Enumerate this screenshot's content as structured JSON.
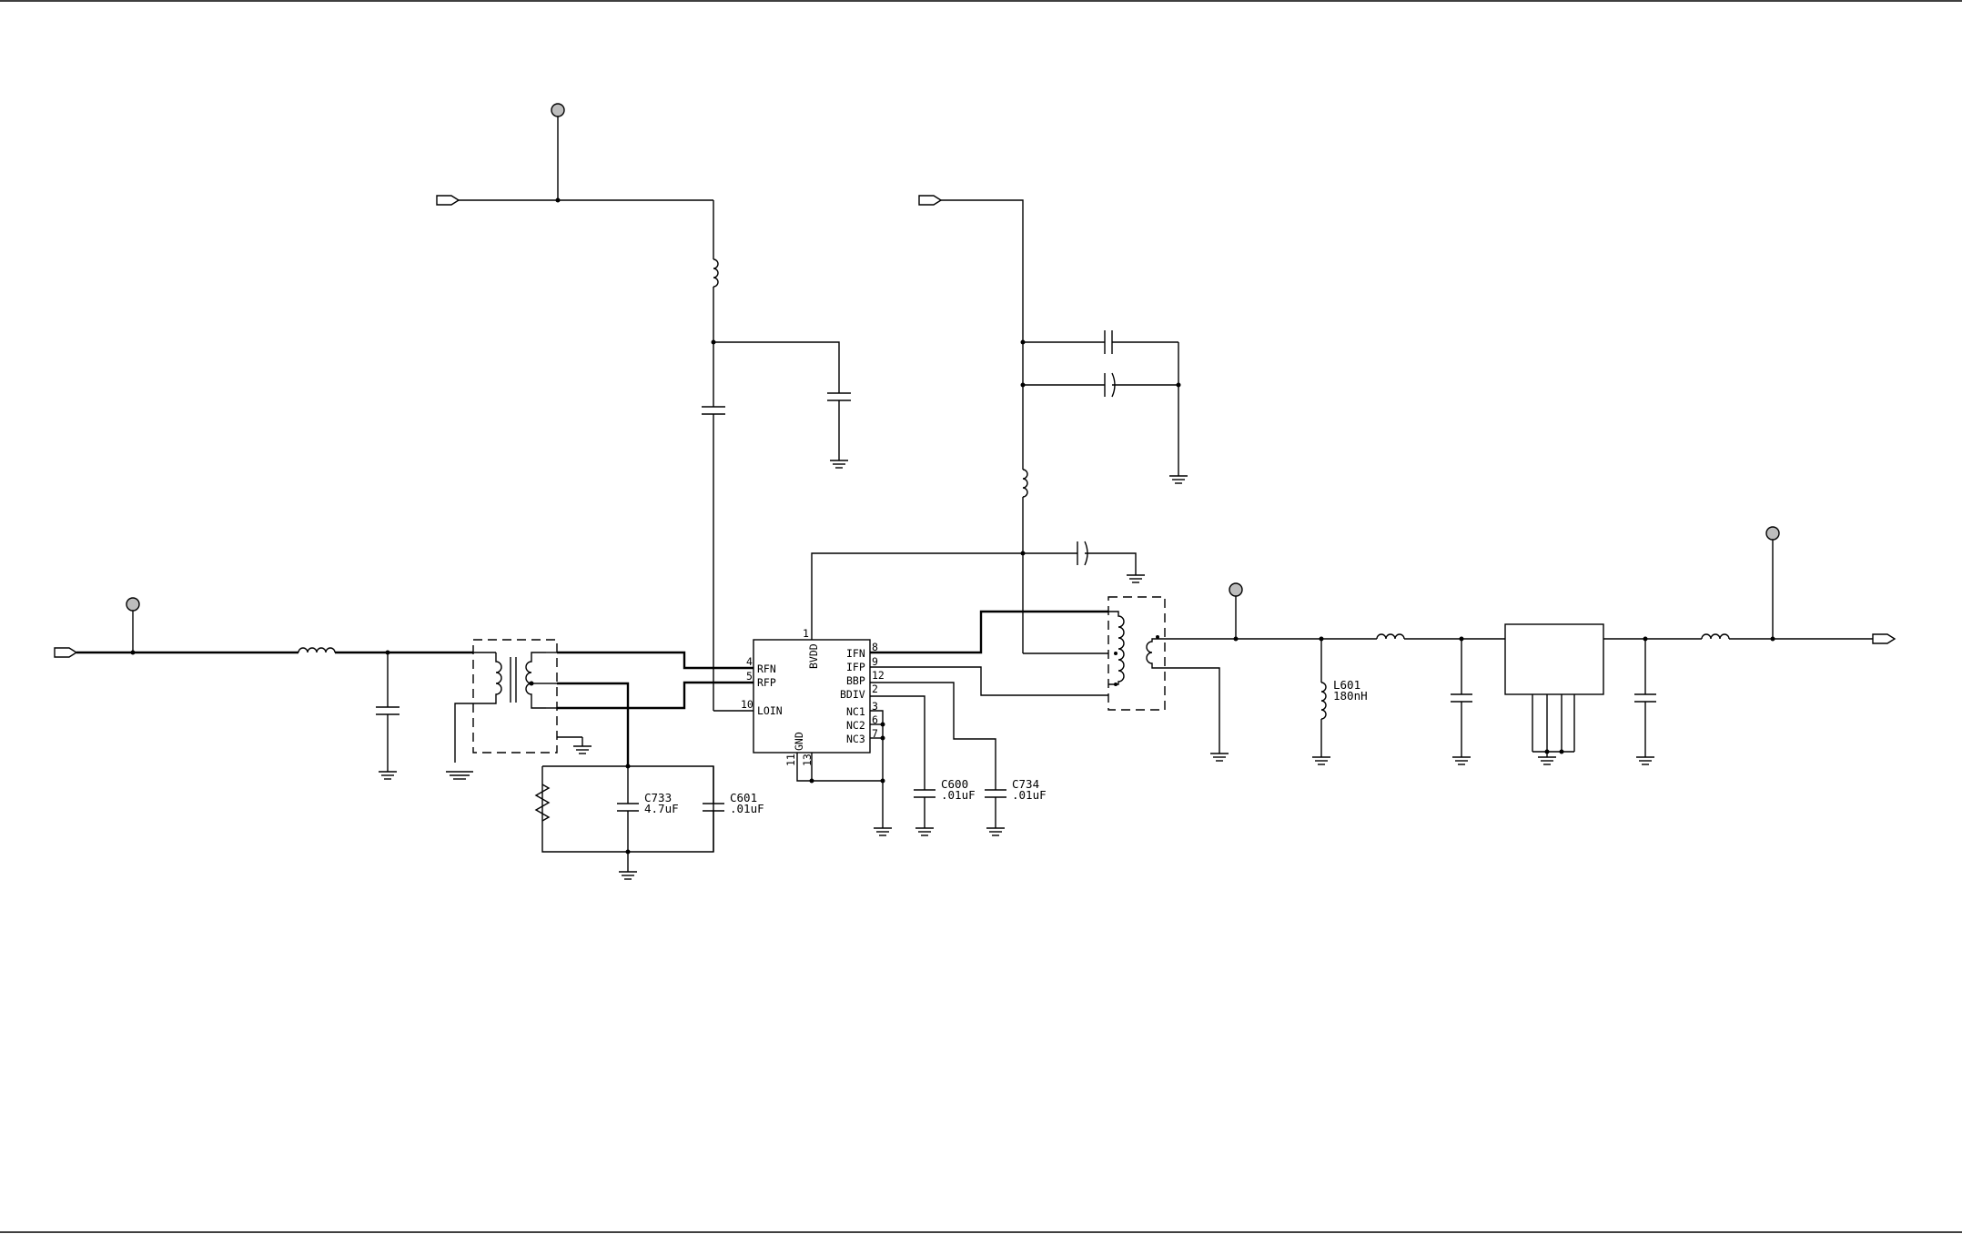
{
  "ic": {
    "pins": {
      "rfn": "RFN",
      "rfp": "RFP",
      "loin": "LOIN",
      "bvdd": "BVDD",
      "gnd": "GND",
      "ifn": "IFN",
      "ifp": "IFP",
      "bbp": "BBP",
      "bdiv": "BDIV",
      "nc1": "NC1",
      "nc2": "NC2",
      "nc3": "NC3"
    },
    "pin_numbers": {
      "rfn": "4",
      "rfp": "5",
      "loin": "10",
      "bvdd": "1",
      "gnd_a": "11",
      "gnd_b": "13",
      "ifn": "8",
      "ifp": "9",
      "bbp": "12",
      "bdiv": "2",
      "nc1": "3",
      "nc2": "6",
      "nc3": "7"
    }
  },
  "components": {
    "c733": {
      "ref": "C733",
      "value": "4.7uF"
    },
    "c601": {
      "ref": "C601",
      "value": ".01uF"
    },
    "c600": {
      "ref": "C600",
      "value": ".01uF"
    },
    "c734": {
      "ref": "C734",
      "value": ".01uF"
    },
    "l601": {
      "ref": "L601",
      "value": "180nH"
    }
  },
  "colors": {
    "wire": "#000000",
    "probe_fill": "#bdbdbd",
    "background": "#ffffff"
  }
}
